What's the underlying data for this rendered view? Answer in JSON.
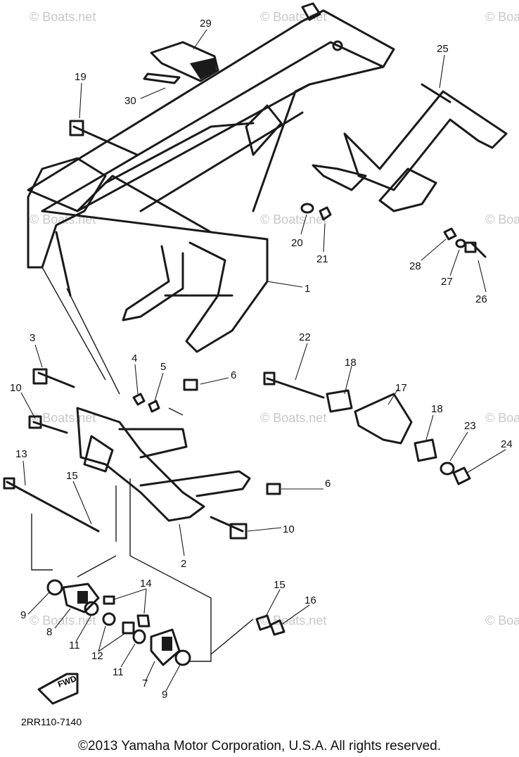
{
  "callouts": [
    "29",
    "30",
    "19",
    "25",
    "20",
    "21",
    "28",
    "27",
    "26",
    "1",
    "3",
    "4",
    "5",
    "6",
    "22",
    "18",
    "17",
    "10",
    "18",
    "23",
    "24",
    "13",
    "15",
    "6",
    "10",
    "2",
    "14",
    "15",
    "16",
    "9",
    "8",
    "11",
    "12",
    "11",
    "7",
    "9"
  ],
  "watermark": "© Boats.net",
  "fwd_label": "FWD",
  "diagram_code": "2RR110-7140",
  "copyright": "©2013 Yamaha Motor Corporation, U.S.A. All rights reserved."
}
